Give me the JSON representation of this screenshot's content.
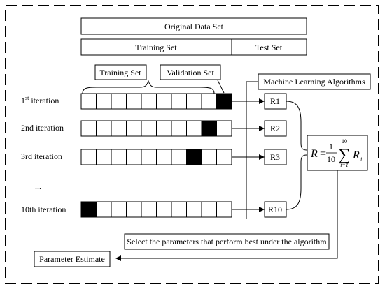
{
  "header": {
    "original_data_set": "Original Data Set",
    "training_set": "Training Set",
    "test_set": "Test Set"
  },
  "callouts": {
    "training_set": "Training Set",
    "validation_set": "Validation Set"
  },
  "ml_box": "Machine Learning Algorithms",
  "iterations": [
    {
      "prefix": "1",
      "sup": "st",
      "suffix": " iteration",
      "validation_fold": 9,
      "result": "R1"
    },
    {
      "prefix": "2nd iteration",
      "sup": "",
      "suffix": "",
      "validation_fold": 8,
      "result": "R2"
    },
    {
      "prefix": "3rd iteration",
      "sup": "",
      "suffix": "",
      "validation_fold": 7,
      "result": "R3"
    },
    {
      "prefix": "10th iteration",
      "sup": "",
      "suffix": "",
      "validation_fold": 0,
      "result": "R10"
    }
  ],
  "ellipsis": "...",
  "formula": {
    "lhs": "R",
    "eq": "=",
    "num": "1",
    "den": "10",
    "top": "10",
    "bottom": "i=1",
    "term": "R",
    "sub": "i"
  },
  "select_box": "Select the parameters that perform best under the algorithm",
  "parameter_estimate": "Parameter Estimate",
  "colors": {
    "validation": "#000000",
    "fold": "#ffffff",
    "stroke": "#000000"
  }
}
